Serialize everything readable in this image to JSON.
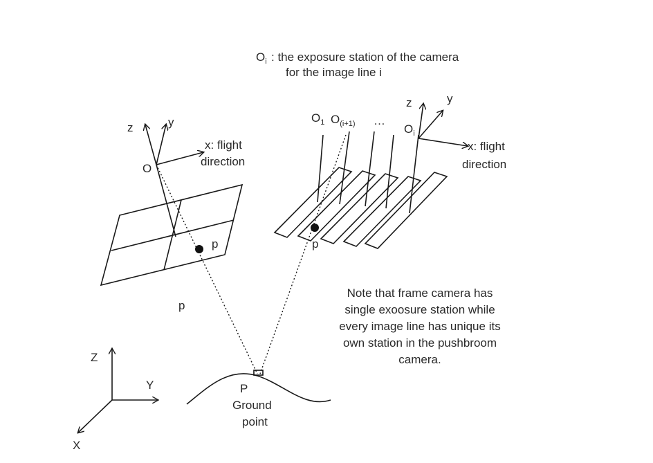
{
  "title": {
    "subscript_o": "O",
    "subscript_i": "i",
    "line1": " : the exposure station of the camera",
    "line2": "for the image line i"
  },
  "frame_camera": {
    "origin": "O",
    "axis_z": "z",
    "axis_y": "y",
    "x_line1": "x: flight",
    "x_line2": "direction",
    "image_point": "p"
  },
  "pushbroom_camera": {
    "station_1": "O",
    "station_1_sub": "1",
    "station_2": "O",
    "station_2_sub": "(i+1)",
    "ellipsis": "…",
    "station_i": "O",
    "station_i_sub": "i",
    "axis_z": "z",
    "axis_y": "y",
    "x_line1": "x: flight",
    "x_line2": "direction",
    "image_point": "p"
  },
  "stray_label": "p",
  "ground": {
    "point": "P",
    "label_line1": "Ground",
    "label_line2": "point"
  },
  "world_axes": {
    "z": "Z",
    "y": "Y",
    "x": "X"
  },
  "note": [
    "Note that frame camera has",
    "single exoosure station while",
    "every image line has unique its",
    "own station in the pushbroom",
    "camera."
  ]
}
